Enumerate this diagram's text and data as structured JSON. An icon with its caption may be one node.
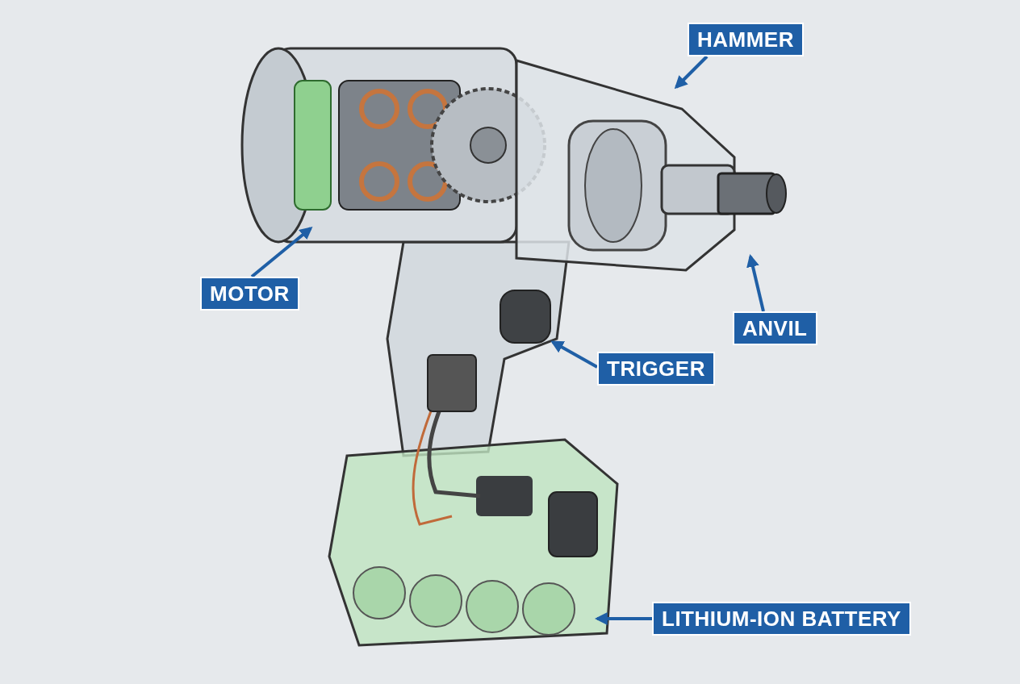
{
  "diagram": {
    "nodes": [
      {
        "text": [
          "HAMMER"
        ]
      },
      {
        "text": [
          "MOTOR"
        ]
      },
      {
        "text": [
          "ANVIL"
        ]
      },
      {
        "text": [
          "TRIGGER"
        ]
      },
      {
        "text": [
          "LITHIUM-ION BATTERY"
        ]
      }
    ],
    "edges": [
      {
        "from": 0,
        "to": null,
        "arrow": "to"
      },
      {
        "from": 1,
        "to": null,
        "arrow": "to"
      },
      {
        "from": 2,
        "to": null,
        "arrow": "to"
      },
      {
        "from": 3,
        "to": null,
        "arrow": "to"
      },
      {
        "from": 4,
        "to": null,
        "arrow": "to"
      }
    ]
  }
}
